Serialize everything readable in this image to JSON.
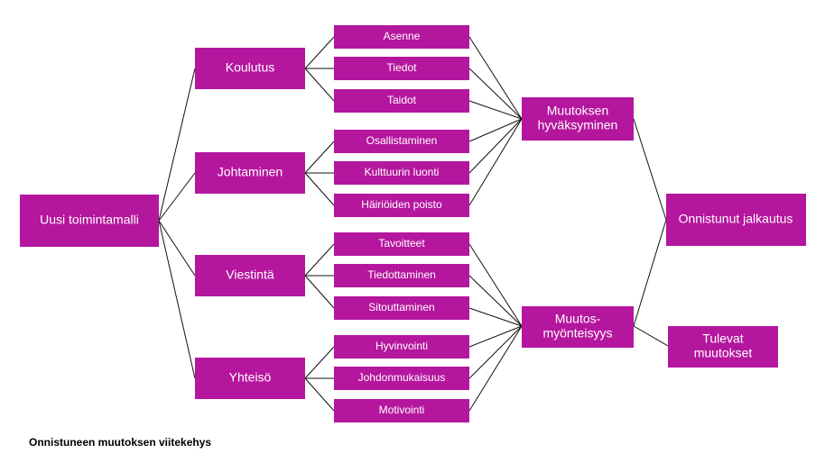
{
  "nodes": {
    "root": "Uusi toimintamalli",
    "koulutus": "Koulutus",
    "johtaminen": "Johtaminen",
    "viestinta": "Viestintä",
    "yhteiso": "Yhteisö",
    "asenne": "Asenne",
    "tiedot": "Tiedot",
    "taidot": "Taidot",
    "osallistaminen": "Osallistaminen",
    "kulttuuri": "Kulttuurin luonti",
    "hairiot": "Häiriöiden poisto",
    "tavoitteet": "Tavoitteet",
    "tiedottaminen": "Tiedottaminen",
    "sitouttaminen": "Sitouttaminen",
    "hyvinvointi": "Hyvinvointi",
    "johdonmukaisuus": "Johdonmukaisuus",
    "motivointi": "Motivointi",
    "hyvaksyminen_1": "Muutoksen",
    "hyvaksyminen_2": "hyväksyminen",
    "myonteisyys_1": "Muutos-",
    "myonteisyys_2": "myönteisyys",
    "jalkautus": "Onnistunut jalkautus",
    "tulevat_1": "Tulevat",
    "tulevat_2": "muutokset"
  },
  "caption": "Onnistuneen muutoksen viitekehys",
  "colors": {
    "box": "#b5169e",
    "box_text": "#ffffff",
    "line": "#111111"
  }
}
